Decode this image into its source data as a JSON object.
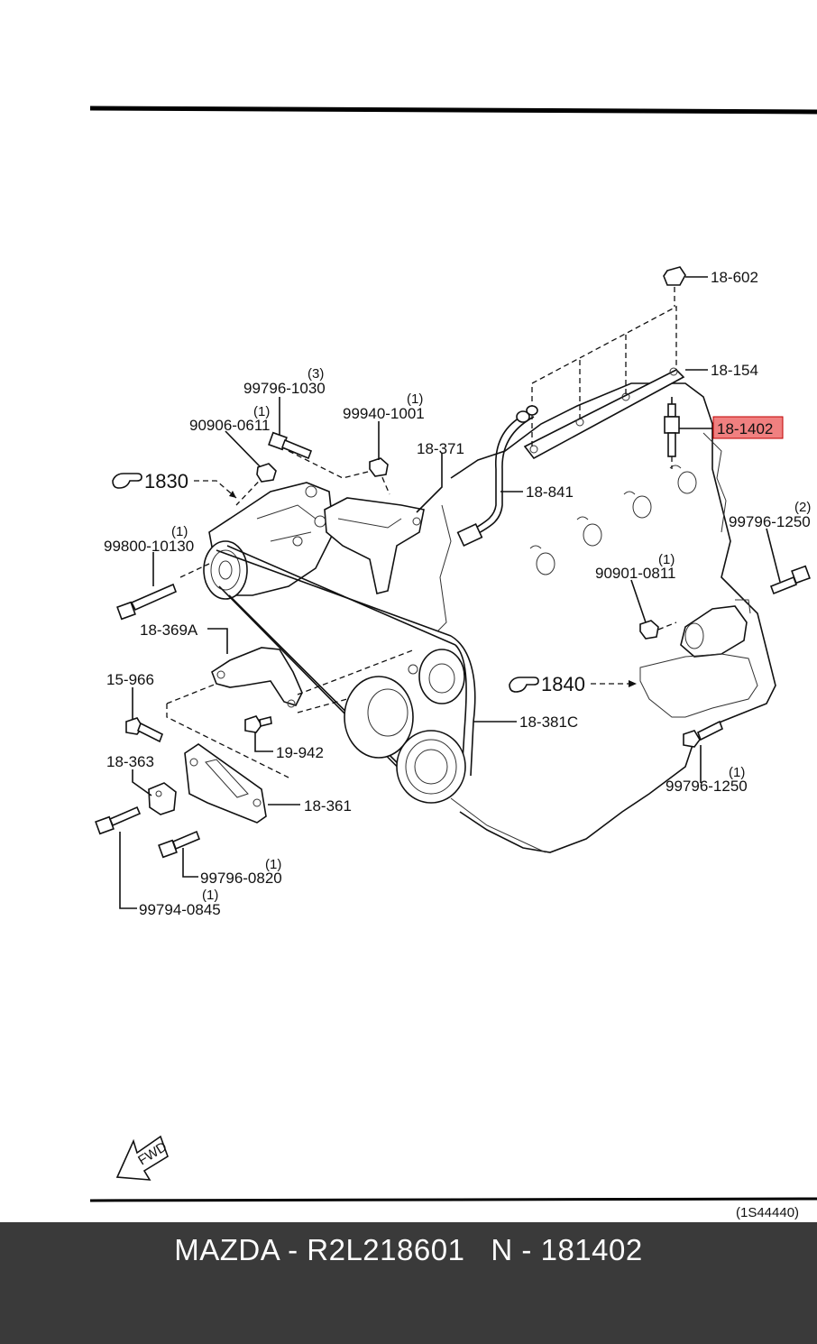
{
  "diagram": {
    "labels": {
      "p18602": "18-602",
      "p18154": "18-154",
      "p181402": "18-1402",
      "p18371": "18-371",
      "p18841": "18-841",
      "p99796_1030": "99796-1030",
      "p99796_1030_qty": "(3)",
      "p99940_1001": "99940-1001",
      "p99940_1001_qty": "(1)",
      "p90906_0611": "90906-0611",
      "p90906_0611_qty": "(1)",
      "ref1830": "1830",
      "p99800_10130": "99800-10130",
      "p99800_10130_qty": "(1)",
      "p99796_1250a": "99796-1250",
      "p99796_1250a_qty": "(2)",
      "p90901_0811": "90901-0811",
      "p90901_0811_qty": "(1)",
      "p18369A": "18-369A",
      "ref1840": "1840",
      "p15966": "15-966",
      "p18381C": "18-381C",
      "p19942": "19-942",
      "p18363": "18-363",
      "p18361": "18-361",
      "p99796_1250b": "99796-1250",
      "p99796_1250b_qty": "(1)",
      "p99796_0820": "99796-0820",
      "p99796_0820_qty": "(1)",
      "p99794_0845": "99794-0845",
      "p99794_0845_qty": "(1)",
      "fwd": "FWD",
      "diagram_id": "(1S44440)"
    },
    "highlight_color": "#f08080"
  },
  "footer": {
    "text": "MAZDA - R2L218601   N - 181402",
    "background": "#3a3a3a"
  }
}
